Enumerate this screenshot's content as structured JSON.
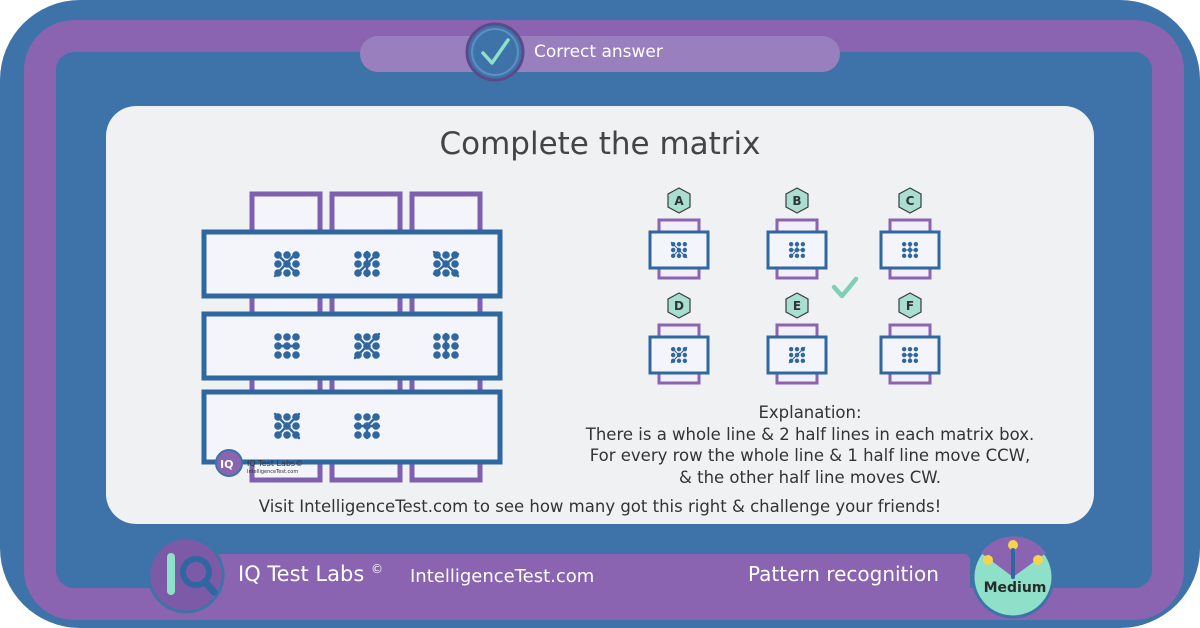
{
  "header": {
    "status_icon": "checkmark-icon",
    "status_text": "Correct answer"
  },
  "question": {
    "title": "Complete the matrix"
  },
  "options": {
    "labels": [
      "A",
      "B",
      "C",
      "D",
      "E",
      "F"
    ],
    "correct_option": "B",
    "correct_icon": "checkmark-icon"
  },
  "explanation": {
    "heading": "Explanation:",
    "lines": [
      "There is a whole line & 2 half lines in each matrix box.",
      "For every row the whole line & 1 half line move CCW,",
      "& the other half line moves CW."
    ]
  },
  "cta": {
    "text": "Visit IntelligenceTest.com to see how many got this right & challenge your friends!"
  },
  "watermark": {
    "logo": "iq-magnifier-logo",
    "brand": "IQ Test Labs©",
    "site": "IntelligenceTest.com"
  },
  "footer": {
    "logo": "iq-magnifier-logo",
    "brand": "IQ Test Labs",
    "copyright": "©",
    "website": "IntelligenceTest.com",
    "category": "Pattern recognition",
    "difficulty": "Medium",
    "difficulty_icons": [
      "smile-emoji-icon",
      "neutral-emoji-icon",
      "surprised-emoji-icon"
    ]
  },
  "colors": {
    "outer_frame": "#3d73a8",
    "purple_band": "#8a64b0",
    "card_background": "#f0f1f3",
    "accent_blue": "#2f67a0",
    "option_badge": "#a8dfd0",
    "check_green": "#7ecfb3"
  }
}
